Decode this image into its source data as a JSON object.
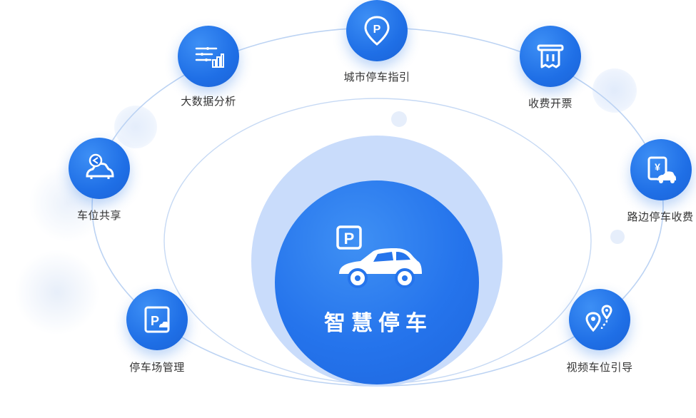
{
  "center": {
    "title": "智慧停车",
    "icon": "car-parking-icon"
  },
  "features": [
    {
      "label": "城市停车指引",
      "icon": "parking-location-pin-icon"
    },
    {
      "label": "收费开票",
      "icon": "receipt-icon"
    },
    {
      "label": "路边停车收费",
      "icon": "roadside-fee-icon"
    },
    {
      "label": "视频车位引导",
      "icon": "route-guide-icon"
    },
    {
      "label": "停车场管理",
      "icon": "parking-lot-icon"
    },
    {
      "label": "车位共享",
      "icon": "share-car-icon"
    },
    {
      "label": "大数据分析",
      "icon": "data-analysis-icon"
    }
  ],
  "colors": {
    "accent": "#1f6fe6",
    "halo": "#c9dcfb",
    "orbit": "#bcd3f3",
    "text": "#333333"
  }
}
